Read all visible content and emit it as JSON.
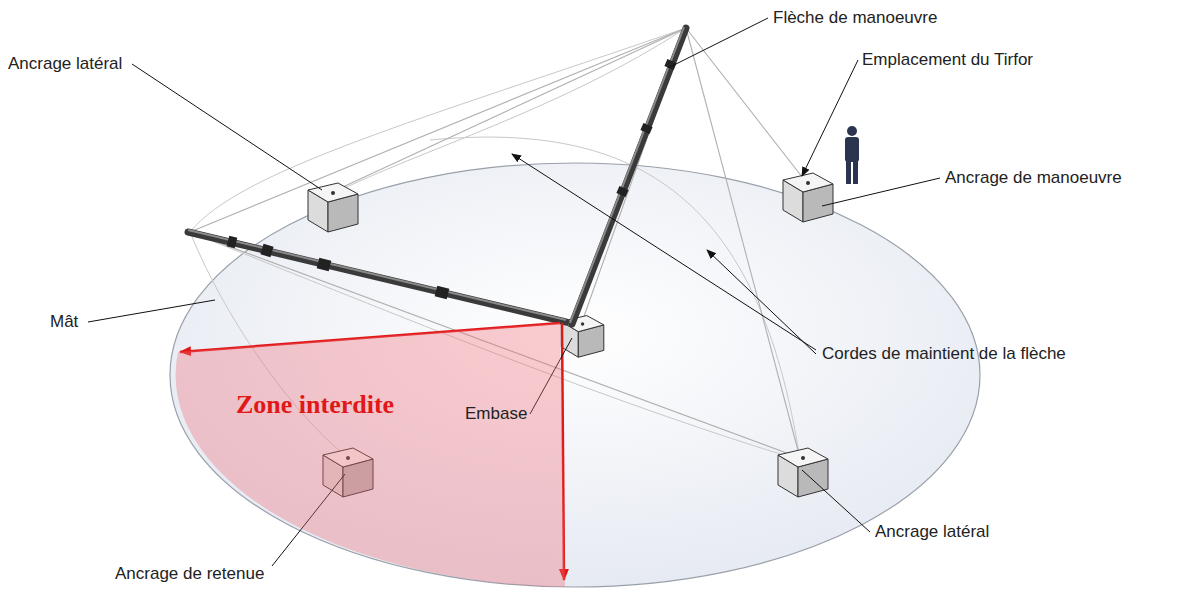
{
  "diagram": {
    "nodes": [
      {
        "text": [
          "Zone interdite"
        ]
      }
    ],
    "labels": [
      "Flèche de manoeuvre",
      "Ancrage latéral",
      "Emplacement du Tirfor",
      "Ancrage de manoeuvre",
      "Mât",
      "Cordes de maintient de la flèche",
      "Embase",
      "Ancrage latéral",
      "Ancrage de retenue"
    ]
  }
}
